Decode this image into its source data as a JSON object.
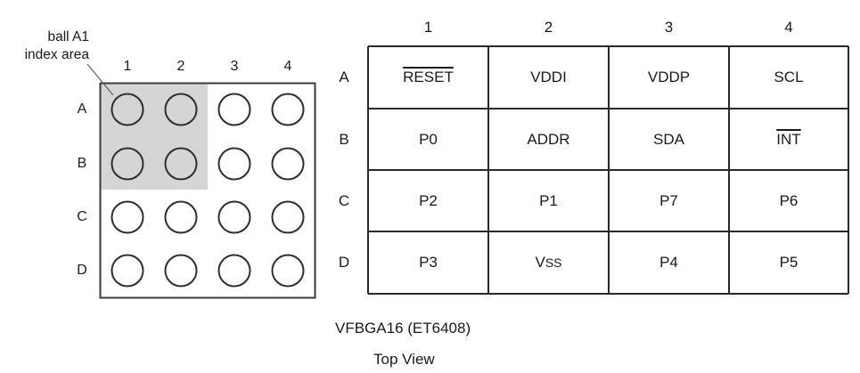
{
  "package": {
    "callout": [
      "ball A1",
      "index area"
    ],
    "columns": [
      "1",
      "2",
      "3",
      "4"
    ],
    "rows": [
      "A",
      "B",
      "C",
      "D"
    ],
    "index_area_balls": [
      "A1",
      "A2",
      "B1",
      "B2"
    ],
    "index_area_color": "#d4d5d6",
    "outline_color": "#3a3a3a"
  },
  "pin_table": {
    "columns": [
      "1",
      "2",
      "3",
      "4"
    ],
    "rows": [
      {
        "label": "A",
        "cells": [
          {
            "name": "RESET",
            "overline": true
          },
          {
            "name": "VDDI"
          },
          {
            "name": "VDDP"
          },
          {
            "name": "SCL"
          }
        ]
      },
      {
        "label": "B",
        "cells": [
          {
            "name": "P0"
          },
          {
            "name": "ADDR"
          },
          {
            "name": "SDA"
          },
          {
            "name": "INT",
            "overline": true
          }
        ]
      },
      {
        "label": "C",
        "cells": [
          {
            "name": "P2"
          },
          {
            "name": "P1"
          },
          {
            "name": "P7"
          },
          {
            "name": "P6"
          }
        ]
      },
      {
        "label": "D",
        "cells": [
          {
            "name": "P3"
          },
          {
            "name": "V",
            "subscript": "SS"
          },
          {
            "name": "P4"
          },
          {
            "name": "P5"
          }
        ]
      }
    ]
  },
  "caption": {
    "package_name": "VFBGA16 (ET6408)",
    "view": "Top View"
  }
}
